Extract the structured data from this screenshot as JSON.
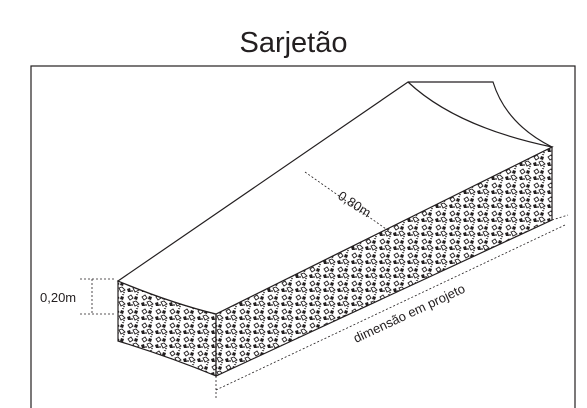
{
  "title": "Sarjetão",
  "labels": {
    "width": "0,80m",
    "height": "0,20m",
    "length": "dimensão em projeto"
  },
  "colors": {
    "stroke": "#231f20",
    "background": "#ffffff"
  }
}
